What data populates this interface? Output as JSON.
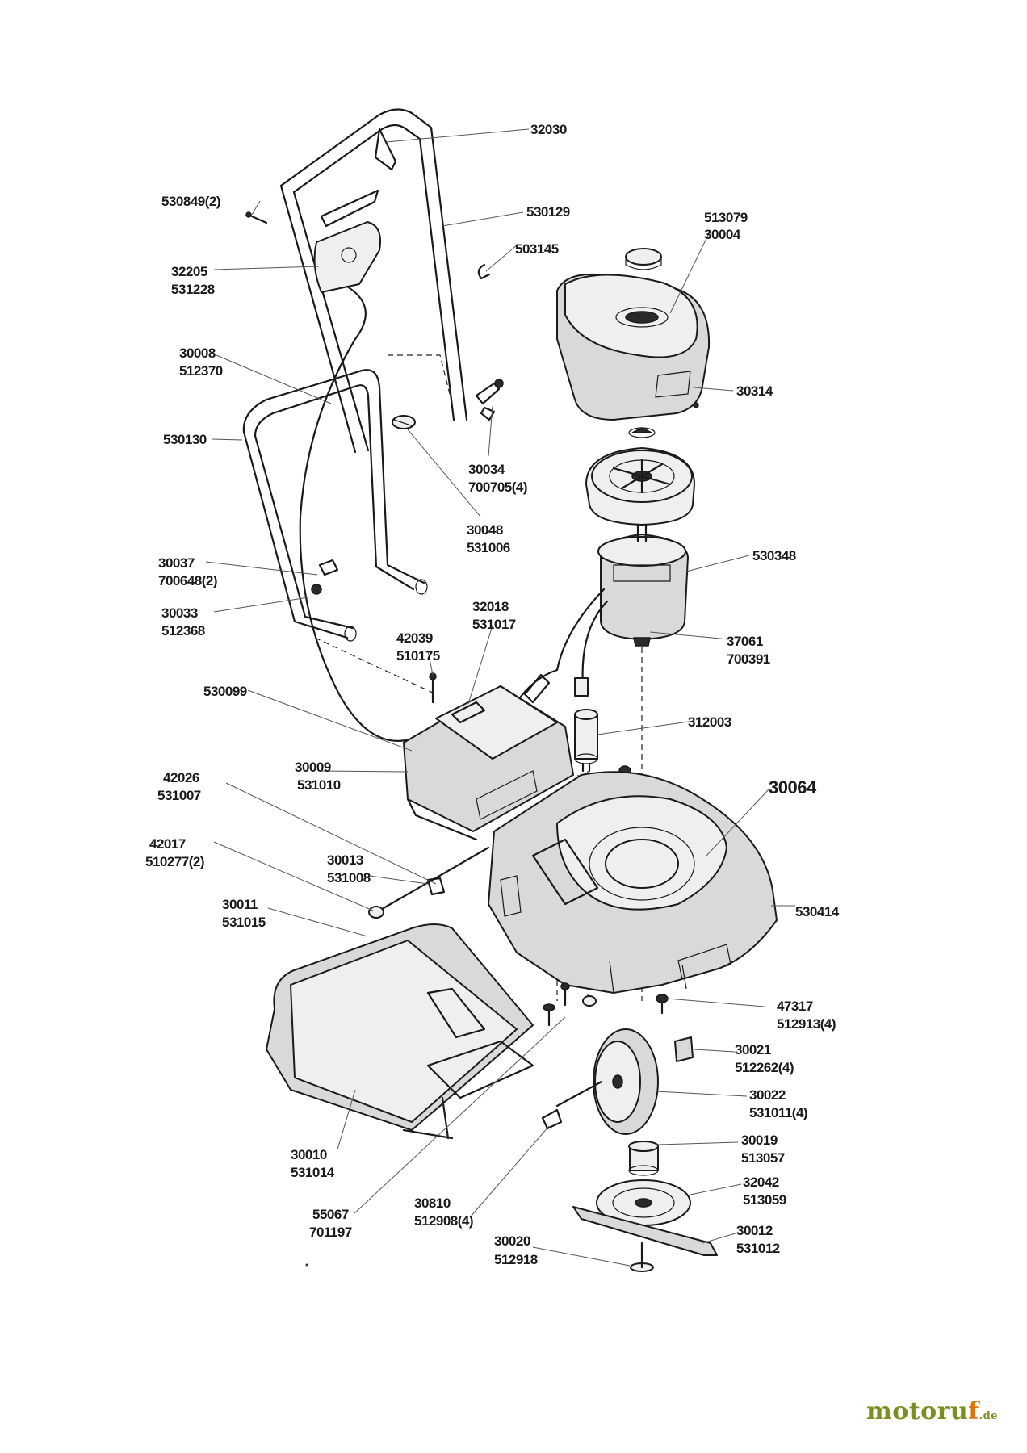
{
  "labels": {
    "l32030": "32030",
    "l530849": "530849(2)",
    "l530129": "530129",
    "l503145": "503145",
    "l513079": "513079",
    "l30004": "30004",
    "l32205": "32205",
    "l531228": "531228",
    "l30008": "30008",
    "l512370": "512370",
    "l30314": "30314",
    "l530130": "530130",
    "l30034": "30034",
    "l700705": "700705(4)",
    "l30048": "30048",
    "l531006": "531006",
    "l30037": "30037",
    "l700648": "700648(2)",
    "l530348": "530348",
    "l30033": "30033",
    "l512368": "512368",
    "l32018": "32018",
    "l531017": "531017",
    "l42039": "42039",
    "l510175": "510175",
    "l37061": "37061",
    "l700391": "700391",
    "l530099": "530099",
    "l312003": "312003",
    "l30009": "30009",
    "l531010": "531010",
    "l42026": "42026",
    "l531007": "531007",
    "l30064": "30064",
    "l42017": "42017",
    "l510277": "510277(2)",
    "l30013": "30013",
    "l531008": "531008",
    "l30011": "30011",
    "l531015": "531015",
    "l530414": "530414",
    "l47317": "47317",
    "l512913": "512913(4)",
    "l30021": "30021",
    "l512262": "512262(4)",
    "l30022": "30022",
    "l531011": "531011(4)",
    "l30019": "30019",
    "l513057": "513057",
    "l30010": "30010",
    "l531014": "531014",
    "l32042": "32042",
    "l513059": "513059",
    "l55067": "55067",
    "l701197": "701197",
    "l30810": "30810",
    "l512908": "512908(4)",
    "l30012": "30012",
    "l531012": "531012",
    "l30020": "30020",
    "l512918": "512918"
  },
  "brand": {
    "name_a": "motoru",
    "name_b": "f",
    "tld": ".de"
  }
}
